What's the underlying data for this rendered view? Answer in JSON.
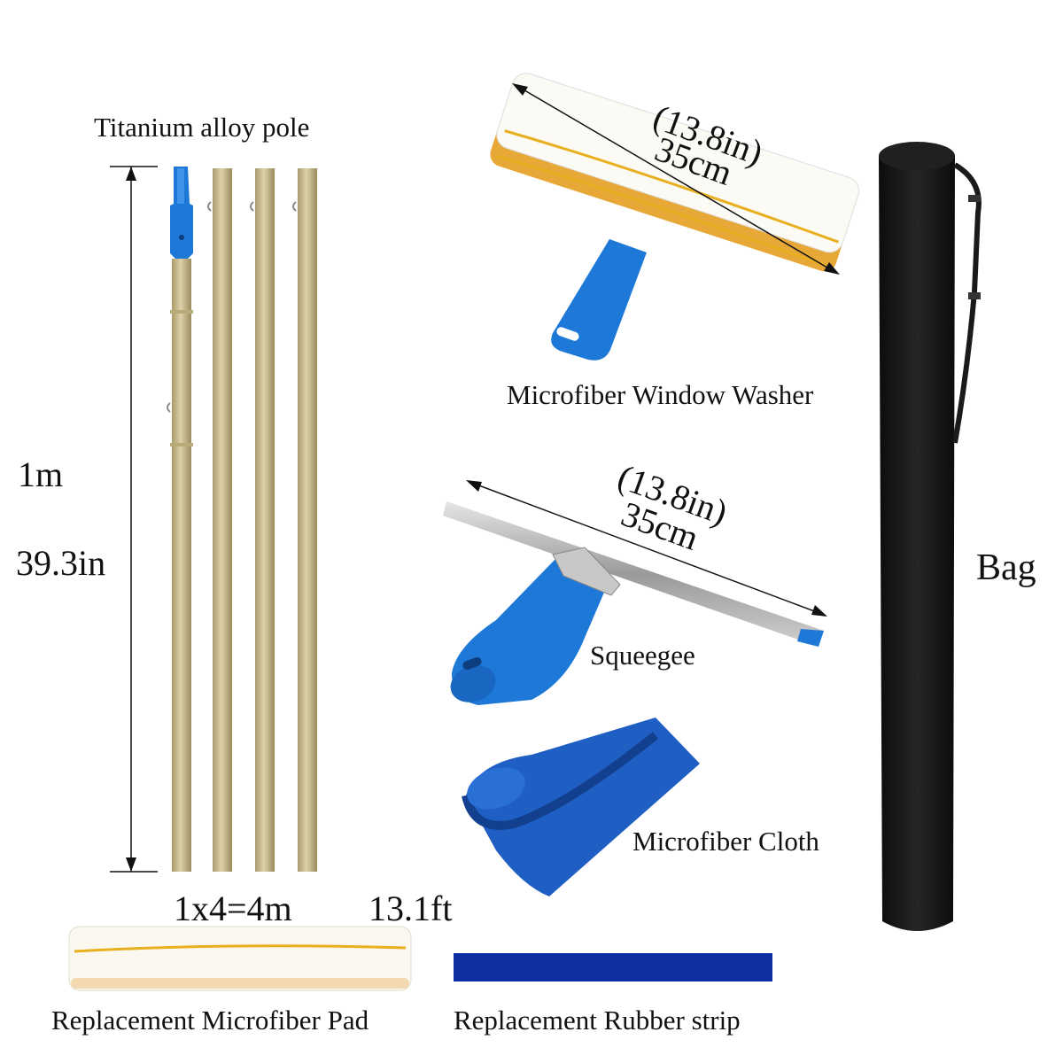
{
  "labels": {
    "pole": "Titanium alloy pole",
    "washer": "Microfiber Window Washer",
    "squeegee": "Squeegee",
    "cloth": "Microfiber Cloth",
    "bag": "Bag",
    "pad": "Replacement Microfiber Pad",
    "strip": "Replacement Rubber strip"
  },
  "dimensions": {
    "pole_m": "1m",
    "pole_in": "39.3in",
    "total_m": "1x4=4m",
    "total_ft": "13.1ft",
    "washer_in": "(13.8in)",
    "washer_cm": "35cm",
    "squeegee_in": "(13.8in)",
    "squeegee_cm": "35cm"
  },
  "colors": {
    "gold": "#c8b98a",
    "blue": "#1e78d8",
    "strip_blue": "#0d2fa0",
    "bag_black": "#161616",
    "cloth_blue": "#1f5fc4",
    "pad_yellow": "#e8b020"
  }
}
